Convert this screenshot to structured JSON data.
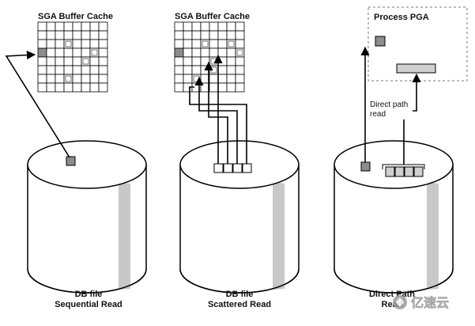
{
  "panels": [
    {
      "title": "SGA Buffer Cache",
      "caption_line1": "DB file",
      "caption_line2": "Sequential Read"
    },
    {
      "title": "SGA Buffer Cache",
      "caption_line1": "DB file",
      "caption_line2": "Scattered Read"
    },
    {
      "title": "Process PGA",
      "caption_line1": "Direct Path",
      "caption_line2": "Read",
      "arrow_label_line1": "Direct path",
      "arrow_label_line2": "read"
    }
  ],
  "watermark": "亿速云",
  "colors": {
    "stroke": "#000000",
    "gray_block": "#8c8c8c",
    "light_block": "#d0d0d0",
    "cylinder_shade": "#c8c8c8",
    "background": "#ffffff"
  }
}
